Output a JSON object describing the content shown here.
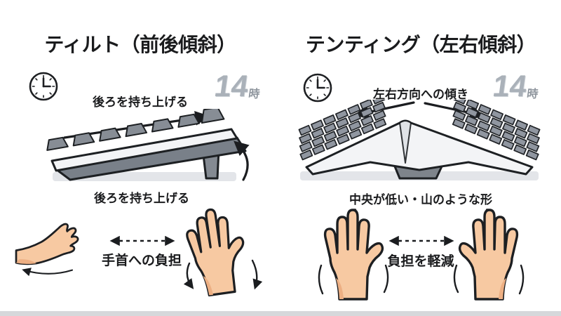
{
  "left_panel": {
    "title": "ティルト（前後傾斜）",
    "top_label": "後ろを持ち上げる",
    "caption": "後ろを持ち上げる",
    "bottom_label": "手首への負担"
  },
  "right_panel": {
    "title": "テンティング（左右傾斜）",
    "top_label": "左右方向への傾き",
    "caption": "中央が低い・山のような形",
    "bottom_label": "負担を軽減"
  },
  "watermark": {
    "numeral": "14",
    "suffix": "時"
  },
  "icons": {
    "clock": "clock-icon",
    "lift_arrow": "arrow-up-right",
    "rotate_arrow": "curved-arrow-up",
    "spread_arrows": "arrows-outward",
    "range_arrow": "dashed-double-arrow"
  },
  "colors": {
    "background": "#ffffff",
    "text": "#1a1b1d",
    "key_gray": "#8b9199",
    "key_dark": "#6d737b",
    "case_white": "#f3f4f6",
    "underside_gray": "#798089",
    "shadow_gray": "#e3e5e9",
    "skin": "#f7c9a2",
    "skin_shade": "#edaf83",
    "outline": "#1d1f22",
    "watermark_gray": "#aab1b9",
    "floor_strip": "#d6d8db"
  }
}
